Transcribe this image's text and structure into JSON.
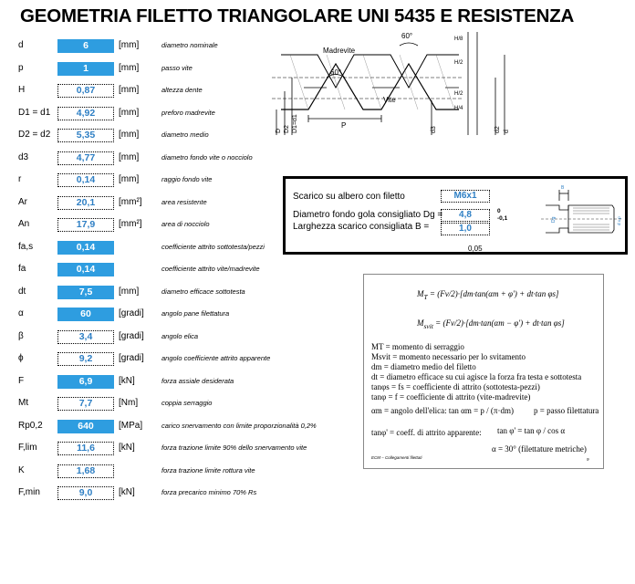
{
  "title": "GEOMETRIA FILETTO TRIANGOLARE UNI 5435 E RESISTENZA",
  "rows": [
    {
      "sym": "d",
      "val": "6",
      "unit": "[mm]",
      "desc": "diametro nominale",
      "kind": "input"
    },
    {
      "sym": "p",
      "val": "1",
      "unit": "[mm]",
      "desc": "passo vite",
      "kind": "input"
    },
    {
      "sym": "H",
      "val": "0,87",
      "unit": "[mm]",
      "desc": "altezza dente",
      "kind": "calc"
    },
    {
      "sym": "D1 = d1",
      "val": "4,92",
      "unit": "[mm]",
      "desc": "preforo madrevite",
      "kind": "calc"
    },
    {
      "sym": "D2 = d2",
      "val": "5,35",
      "unit": "[mm]",
      "desc": "diametro medio",
      "kind": "calc"
    },
    {
      "sym": "d3",
      "val": "4,77",
      "unit": "[mm]",
      "desc": "diametro fondo vite o nocciolo",
      "kind": "calc"
    },
    {
      "sym": "r",
      "val": "0,14",
      "unit": "[mm]",
      "desc": "raggio fondo vite",
      "kind": "calc"
    },
    {
      "sym": "Ar",
      "val": "20,1",
      "unit": "[mm²]",
      "desc": "area resistente",
      "kind": "calc"
    },
    {
      "sym": "An",
      "val": "17,9",
      "unit": "[mm²]",
      "desc": "area di nocciolo",
      "kind": "calc"
    },
    {
      "sym": "fa,s",
      "val": "0,14",
      "unit": "",
      "desc": "coefficiente attrito sottotesta/pezzi",
      "kind": "input"
    },
    {
      "sym": "fa",
      "val": "0,14",
      "unit": "",
      "desc": "coefficiente attrito vite/madrevite",
      "kind": "input"
    },
    {
      "sym": "dt",
      "val": "7,5",
      "unit": "[mm]",
      "desc": "diametro efficace sottotesta",
      "kind": "input"
    },
    {
      "sym": "α",
      "val": "60",
      "unit": "[gradi]",
      "desc": "angolo pane filettatura",
      "kind": "input"
    },
    {
      "sym": "β",
      "val": "3,4",
      "unit": "[gradi]",
      "desc": "angolo elica",
      "kind": "calc"
    },
    {
      "sym": "ϕ",
      "val": "9,2",
      "unit": "[gradi]",
      "desc": "angolo coefficiente attrito apparente",
      "kind": "calc"
    },
    {
      "sym": "F",
      "val": "6,9",
      "unit": "[kN]",
      "desc": "forza assiale desiderata",
      "kind": "input"
    },
    {
      "sym": "Mt",
      "val": "7,7",
      "unit": "[Nm]",
      "desc": "coppia serraggio",
      "kind": "calc"
    },
    {
      "sym": "Rp0,2",
      "val": "640",
      "unit": "[MPa]",
      "desc": "carico snervamento con limite proporzionalità 0,2%",
      "kind": "input"
    },
    {
      "sym": "F,lim",
      "val": "11,6",
      "unit": "[kN]",
      "desc": "forza trazione limite 90% dello snervamento vite",
      "kind": "calc"
    },
    {
      "sym": "K",
      "val": "1,68",
      "unit": "",
      "desc": "forza trazione limite rottura vite",
      "kind": "calc"
    },
    {
      "sym": "F,min",
      "val": "9,0",
      "unit": "[kN]",
      "desc": "forza precarico minimo 70% Rs",
      "kind": "calc"
    }
  ],
  "thread_drawing": {
    "madrevite": "Madrevite",
    "vite": "Vite",
    "angle": "60°",
    "pitch": "P",
    "h8": "H/8",
    "h2": "H/2",
    "h4": "H/4",
    "d_labels": [
      "D",
      "D2",
      "D1=d1",
      "d3",
      "d2",
      "d"
    ]
  },
  "scarico": {
    "title": "Scarico su albero con filetto",
    "thread_value": "M6x1",
    "dg_label": "Diametro fondo gola consigliato Dg =",
    "dg_value": "4,8",
    "dg_tol_upper": "0",
    "dg_tol_lower": "-0,1",
    "b_label": "Larghezza scarico consigliata      B =",
    "b_value": "1,0",
    "b_tol": "0,05",
    "drawing_b": "B",
    "drawing_dg": "Dg",
    "drawing_d": "d x p"
  },
  "formula": {
    "mt": "M",
    "mt_sub": "T",
    "msvit_sub": "svit",
    "eq1": "= (Fv/2)·[dm·tan(αm + φ') + dt·tan φs]",
    "eq2": "= (Fv/2)·[dm·tan(αm − φ') + dt·tan φs]",
    "legend": [
      "MT   = momento di serraggio",
      "Msvit = momento necessario per lo svitamento",
      "dm   = diametro medio del filetto",
      "dt    = diametro efficace su cui agisce la forza fra testa e sottotesta",
      "tanφs = fs = coefficiente di attrito (sottotesta-pezzi)",
      "tanφ  = f = coefficiente di attrito (vite-madrevite)"
    ],
    "alpha_line": "αm = angolo dell'elica:  tan αm = p / (π·dm)",
    "pitch_note": "p = passo filettatura",
    "tan_line": "tanφ' = coeff. di attrito apparente:",
    "tan_eq": "tan φ' = tan φ / cos α",
    "alpha_val": "α = 30° (filettature metriche)",
    "footer": "ECM – Collegamenti filettati",
    "page": "9"
  }
}
